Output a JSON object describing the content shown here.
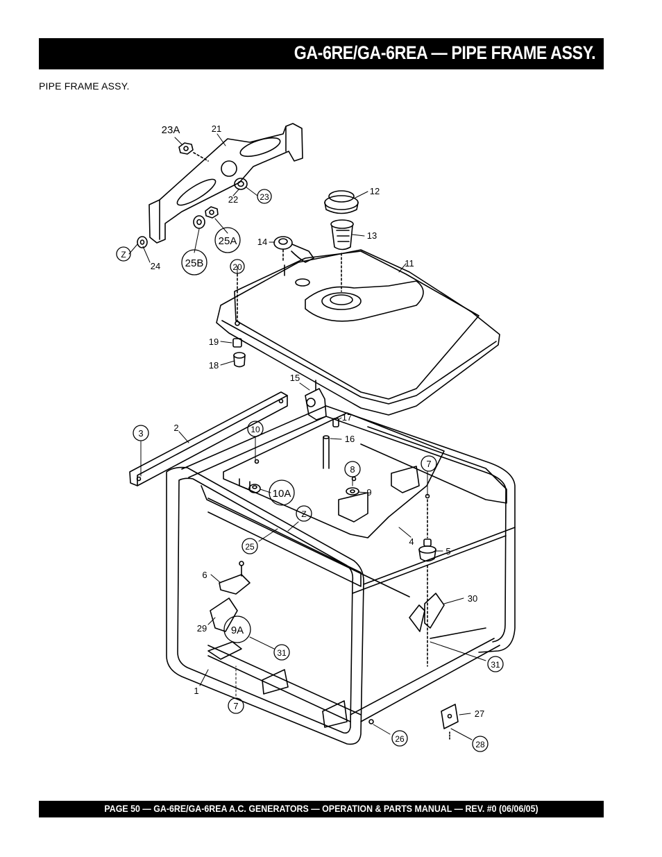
{
  "header": {
    "title": "GA-6RE/GA-6REA — PIPE FRAME ASSY."
  },
  "section": {
    "label": "PIPE FRAME ASSY."
  },
  "callouts": {
    "c23A": "23A",
    "c21": "21",
    "c22": "22",
    "c23": "23",
    "c24": "24",
    "cZ1": "Z",
    "c25A": "25A",
    "c25B": "25B",
    "c20": "20",
    "c19": "19",
    "c18": "18",
    "c12": "12",
    "c13": "13",
    "c14": "14",
    "c11": "11",
    "c15": "15",
    "c17": "17",
    "c16": "16",
    "c3": "3",
    "c2": "2",
    "c10": "10",
    "c10A": "10A",
    "cZ2": "Z",
    "c8": "8",
    "c9": "9",
    "c7a": "7",
    "c4": "4",
    "c5": "5",
    "c25": "25",
    "c6": "6",
    "c29": "29",
    "c9A": "9A",
    "c31a": "31",
    "c30": "30",
    "c31b": "31",
    "c1": "1",
    "c7b": "7",
    "c27": "27",
    "c26": "26",
    "c28": "28"
  },
  "footer": {
    "text": "PAGE 50 — GA-6RE/GA-6REA A.C. GENERATORS — OPERATION & PARTS MANUAL — REV. #0  (06/06/05)"
  }
}
